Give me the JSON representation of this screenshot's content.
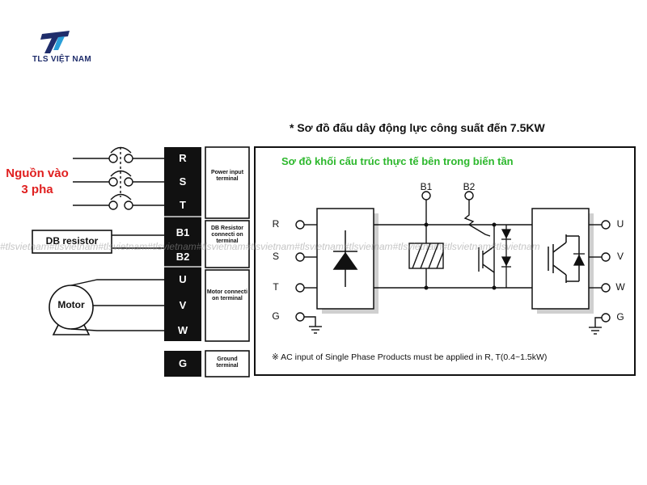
{
  "logo": {
    "text": "TLS VIỆT NAM"
  },
  "title": "* Sơ đồ đấu dây động lực công suất đến 7.5KW",
  "inner_title": "Sơ đồ khối cấu trúc thực tế bên trong biến tần",
  "source_label": "Nguồn vào 3 pha",
  "db_resistor_label": "DB resistor",
  "motor_label": "Motor",
  "terminals": [
    "R",
    "S",
    "T",
    "B1",
    "B2",
    "U",
    "V",
    "W",
    "G"
  ],
  "terminal_groups": [
    {
      "label": "Power input terminal"
    },
    {
      "label": "DB Resistor connecti on terminal"
    },
    {
      "label": "Motor connecti on terminal"
    },
    {
      "label": "Ground terminal"
    }
  ],
  "inverter_inputs": [
    "R",
    "S",
    "T",
    "G"
  ],
  "inverter_outputs": [
    "U",
    "V",
    "W",
    "G"
  ],
  "dc_bus_labels": [
    "B1",
    "B2"
  ],
  "note": "※ AC input of Single Phase Products must be applied in R, T(0.4~1.5kW)",
  "watermark": "#tlsvietnam#tlsvietnam#tlsvietnam#tlsvietnam#tlsvietnam#tlsvietnam#tlsvietnam#tlsvietnam#tlsvietnam#tlsvietnam#tlsvietnam",
  "colors": {
    "logo": "#1f2d6b",
    "logo_accent": "#2a9fd8",
    "source_text": "#e02020",
    "inner_title": "#2db82d",
    "terminal_bg": "#111111"
  }
}
